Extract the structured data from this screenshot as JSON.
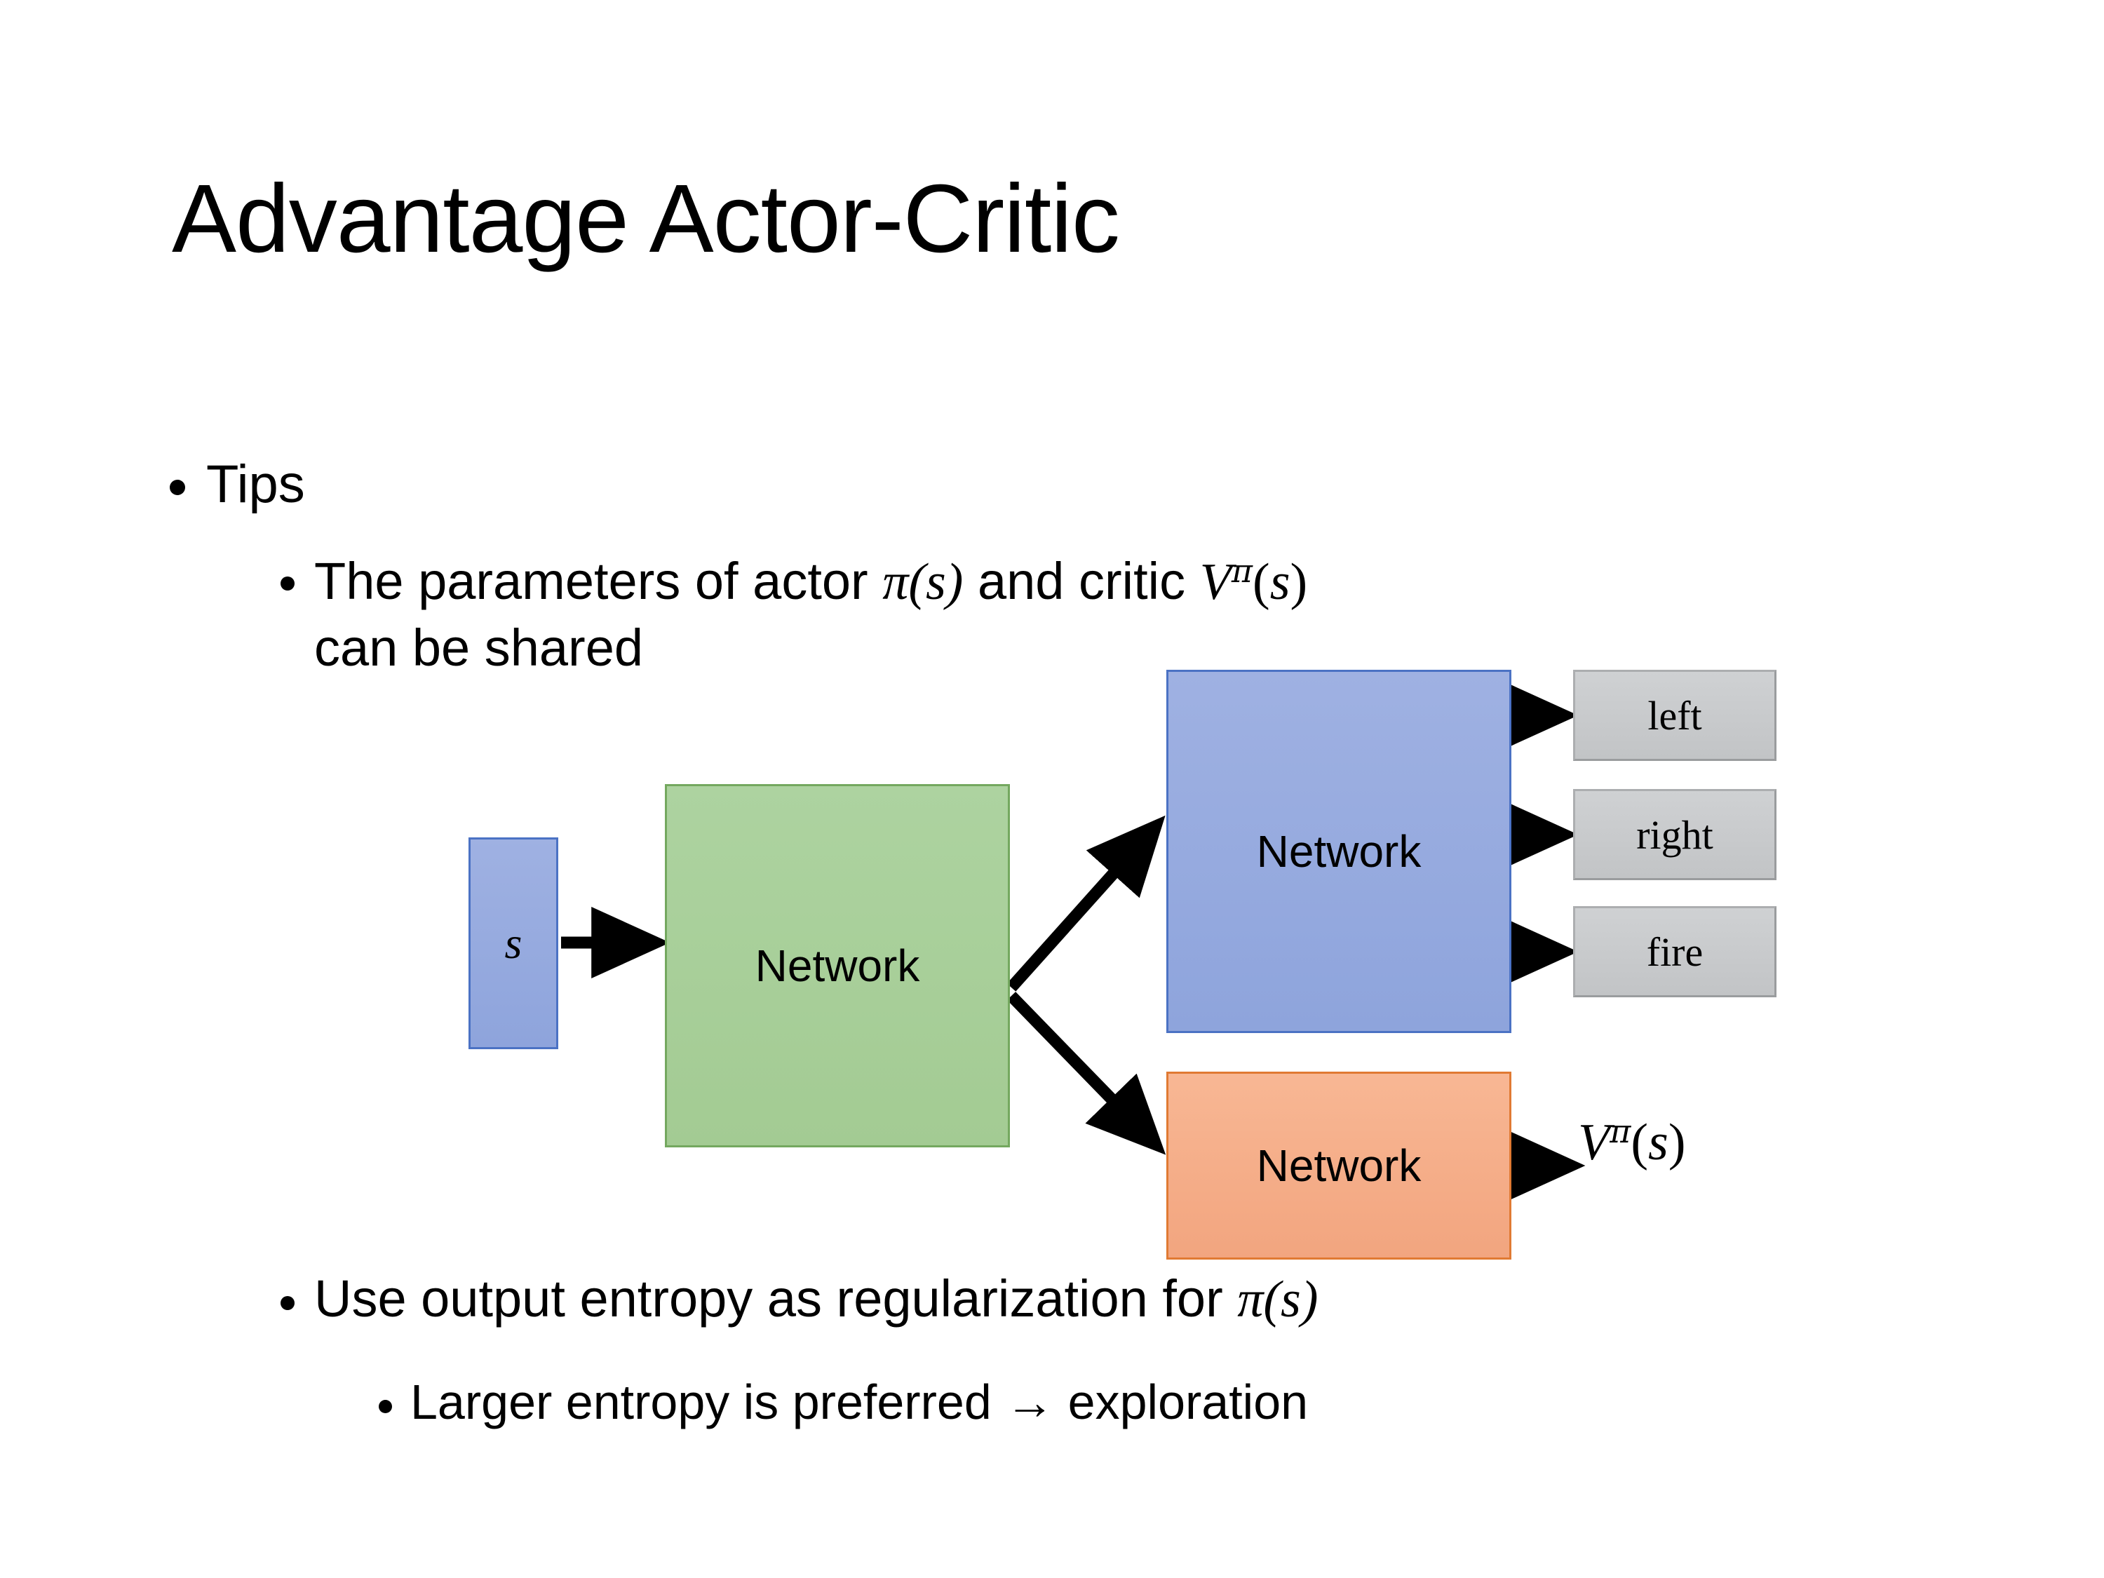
{
  "slide": {
    "title": "Advantage Actor-Critic",
    "background_color": "#FFFFFF"
  },
  "bullets": {
    "tips": "Tips",
    "params_prefix": "The parameters of actor ",
    "params_actor_math": "π(s)",
    "params_mid": "  and critic ",
    "params_critic_math": "Vπ(s)",
    "params_line2": "can be shared",
    "entropy_prefix": "Use output entropy as regularization for ",
    "entropy_math": "π(s)",
    "larger": "Larger entropy is preferred → exploration"
  },
  "diagram": {
    "input_label": "s",
    "shared_network_label": "Network",
    "actor_network_label": "Network",
    "critic_network_label": "Network",
    "actions": [
      "left",
      "right",
      "fire"
    ],
    "value_output_label": "Vπ(s)",
    "colors": {
      "input_fill": "#95A8DE",
      "input_border": "#4B72C4",
      "shared_fill": "#A8CF98",
      "shared_border": "#74A85F",
      "actor_fill": "#95A8DE",
      "actor_border": "#4B72C4",
      "critic_fill": "#F5AC86",
      "critic_border": "#E07A33",
      "output_fill": "#C8CACC",
      "output_border": "#ACAEB0",
      "arrow": "#000000"
    }
  }
}
